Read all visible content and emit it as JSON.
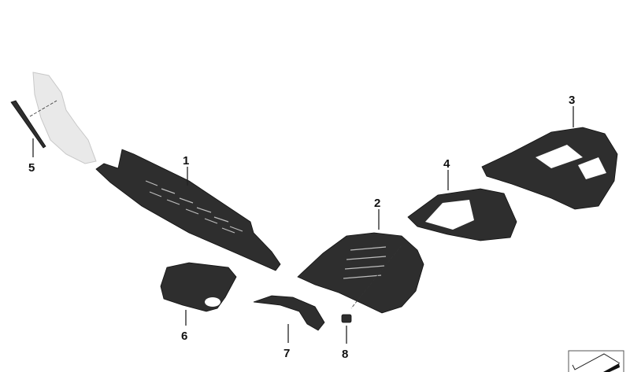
{
  "diagram": {
    "callouts": [
      {
        "id": "1",
        "label": "1"
      },
      {
        "id": "2",
        "label": "2"
      },
      {
        "id": "3",
        "label": "3"
      },
      {
        "id": "4",
        "label": "4"
      },
      {
        "id": "5",
        "label": "5"
      },
      {
        "id": "6",
        "label": "6"
      },
      {
        "id": "7",
        "label": "7"
      },
      {
        "id": "8",
        "label": "8"
      }
    ],
    "colors": {
      "part": "#2e2e2e",
      "ghost_part": "#e6e6e6",
      "background": "#ffffff"
    },
    "corner_icon": "parts-catalog-icon"
  }
}
